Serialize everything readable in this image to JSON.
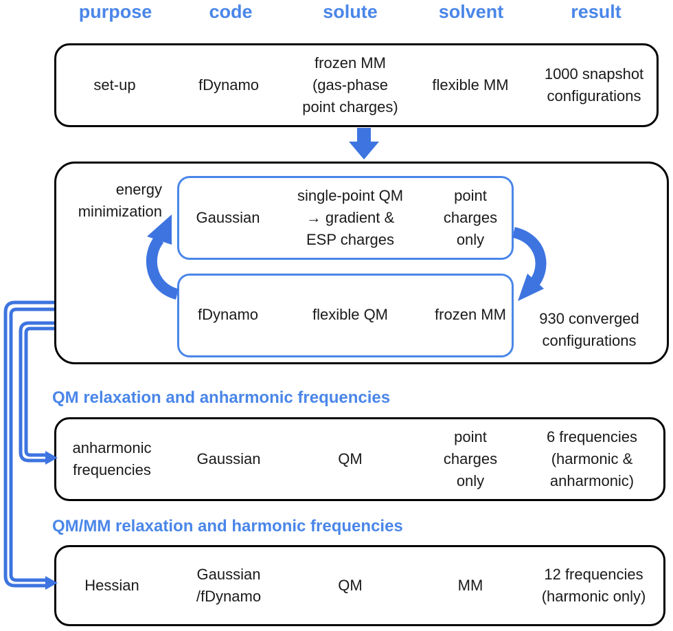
{
  "columns": {
    "purpose": "purpose",
    "code": "code",
    "solute": "solute",
    "solvent": "solvent",
    "result": "result"
  },
  "setup": {
    "purpose": "set-up",
    "code": "fDynamo",
    "solute": "frozen MM\n(gas-phase\npoint charges)",
    "solvent": "flexible MM",
    "result": "1000 snapshot\nconfigurations"
  },
  "minimization": {
    "purpose": "energy\nminimization",
    "qm_step": {
      "code": "Gaussian",
      "solute": "single-point QM\n→ gradient &\nESP charges",
      "solvent": "point\ncharges\nonly"
    },
    "mm_step": {
      "code": "fDynamo",
      "solute": "flexible QM",
      "solvent": "frozen MM"
    },
    "result": "930 converged\nconfigurations"
  },
  "anharmonic": {
    "section_title": "QM relaxation and anharmonic frequencies",
    "purpose": "anharmonic\nfrequencies",
    "code": "Gaussian",
    "solute": "QM",
    "solvent": "point\ncharges\nonly",
    "result": "6 frequencies\n(harmonic &\nanharmonic)"
  },
  "harmonic": {
    "section_title": "QM/MM relaxation and harmonic frequencies",
    "purpose": "Hessian",
    "code": "Gaussian\n/fDynamo",
    "solute": "QM",
    "solvent": "MM",
    "result": "12 frequencies\n(harmonic only)"
  },
  "colors": {
    "accent": "#4a86e8",
    "arrow": "#3d74e0",
    "border": "#000000"
  }
}
